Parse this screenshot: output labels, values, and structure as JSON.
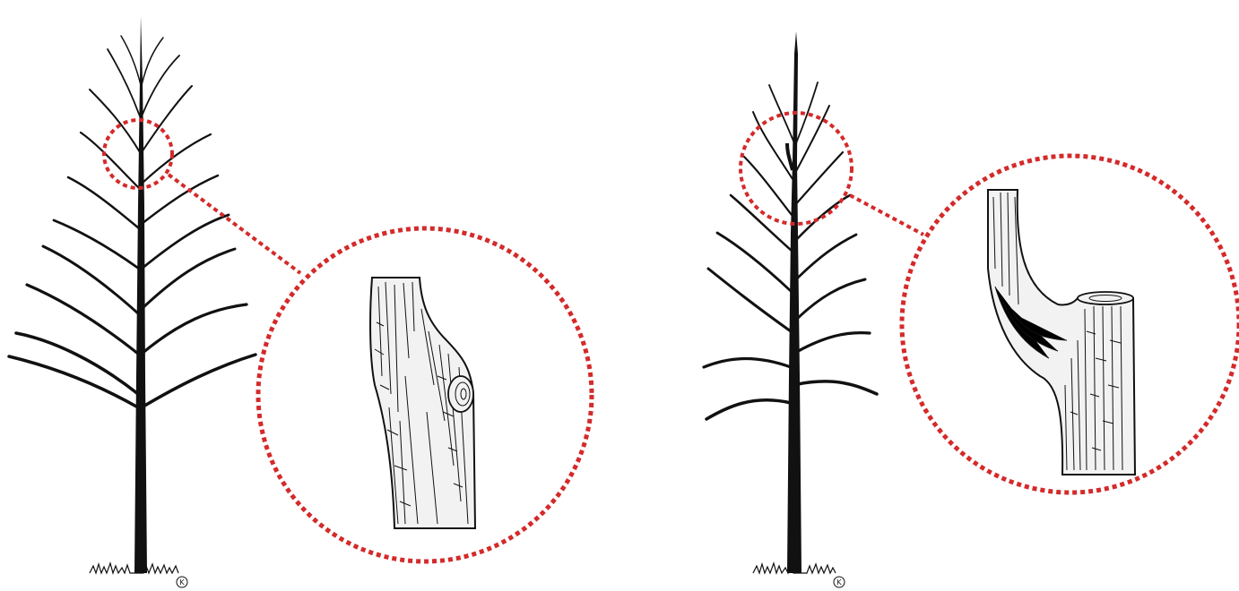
{
  "figures": [
    {
      "id": "left",
      "detail": "trunk-healed-cut",
      "artist_mark": "K"
    },
    {
      "id": "right",
      "detail": "trunk-stub-cut",
      "artist_mark": "K"
    }
  ],
  "colors": {
    "ink": "#111111",
    "highlight": "#d42a2a",
    "bark_light": "#f2f2f2",
    "background": "#ffffff"
  }
}
